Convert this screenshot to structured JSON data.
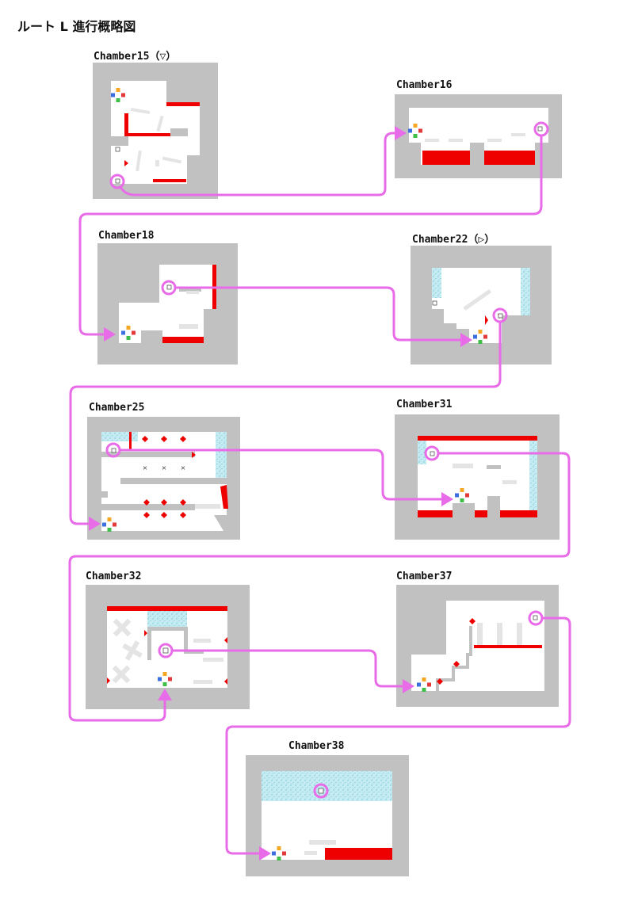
{
  "title": "ルート L 進行概略図",
  "colors": {
    "wall": "#c1c1c1",
    "floor": "#ffffff",
    "hazard": "#ee0000",
    "water": "#c4ecf2",
    "route": "#e86be8",
    "platform": "#e4e4e4"
  },
  "chambers": [
    {
      "id": "15",
      "label": "Chamber15（▽）"
    },
    {
      "id": "16",
      "label": "Chamber16"
    },
    {
      "id": "18",
      "label": "Chamber18"
    },
    {
      "id": "22",
      "label": "Chamber22（▷）"
    },
    {
      "id": "25",
      "label": "Chamber25"
    },
    {
      "id": "31",
      "label": "Chamber31"
    },
    {
      "id": "32",
      "label": "Chamber32"
    },
    {
      "id": "37",
      "label": "Chamber37"
    },
    {
      "id": "38",
      "label": "Chamber38"
    }
  ]
}
